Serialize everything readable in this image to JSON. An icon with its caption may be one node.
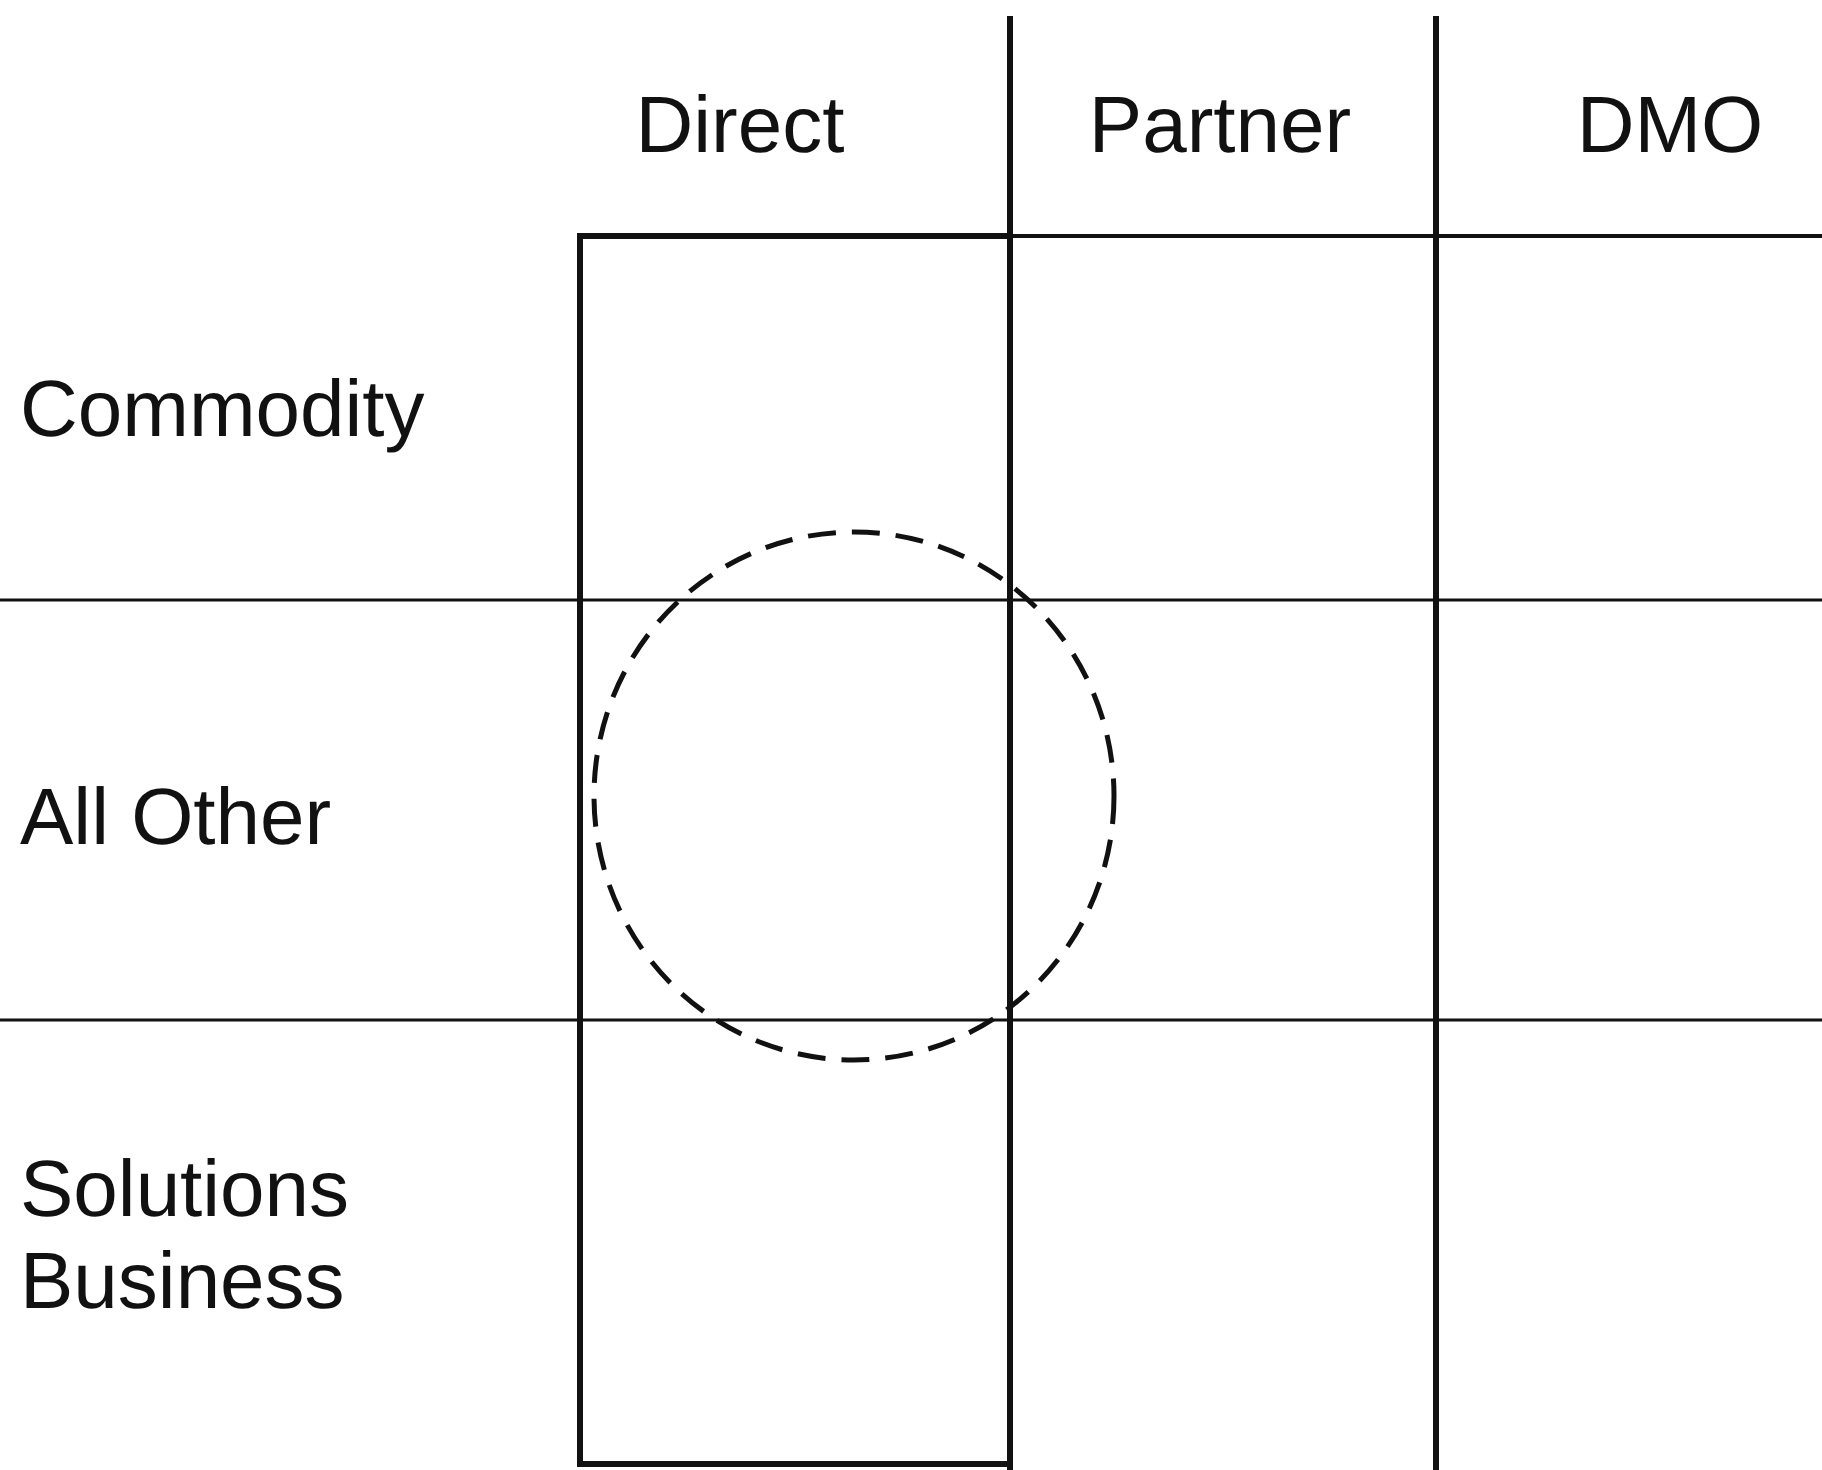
{
  "diagram": {
    "nodes": [
      {
        "text": [],
        "shape": "circle"
      }
    ],
    "labels": [
      "Direct",
      "Partner",
      "DMO",
      "Commodity",
      "All Other",
      "Solutions Business"
    ]
  }
}
